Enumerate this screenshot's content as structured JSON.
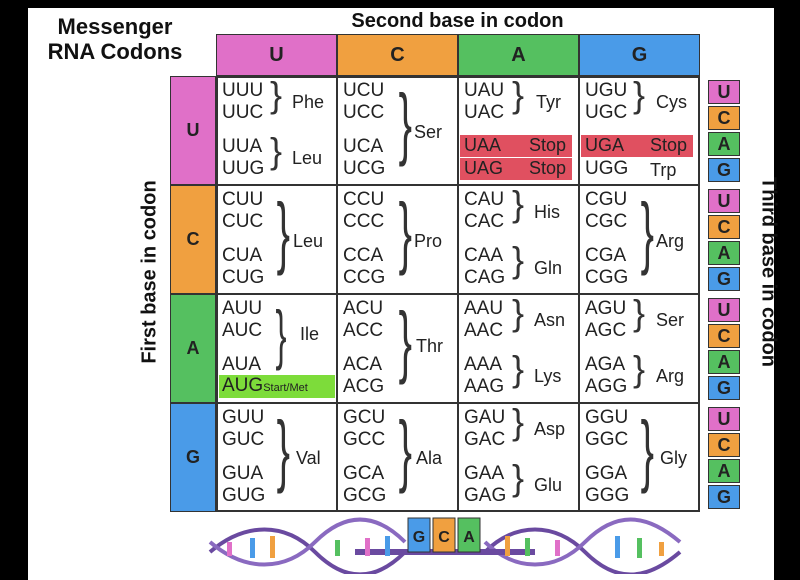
{
  "title_line1": "Messenger",
  "title_line2": "RNA Codons",
  "second_base_label": "Second base in codon",
  "first_base_label": "First base in codon",
  "third_base_label": "Third base in codon",
  "colors": {
    "U": "#e070c8",
    "C": "#f0a040",
    "A": "#55c060",
    "G": "#4a9be8",
    "stop": "#e05060",
    "start": "#7ddc3a"
  },
  "columns": [
    "U",
    "C",
    "A",
    "G"
  ],
  "rows": [
    "U",
    "C",
    "A",
    "G"
  ],
  "third_bases": [
    "U",
    "C",
    "A",
    "G"
  ],
  "cells": {
    "UU": {
      "codons": [
        "UUU",
        "UUC",
        "UUA",
        "UUG"
      ],
      "aa1": "Phe",
      "aa2": "Leu"
    },
    "UC": {
      "codons": [
        "UCU",
        "UCC",
        "UCA",
        "UCG"
      ],
      "aa": "Ser"
    },
    "UA": {
      "codons": [
        "UAU",
        "UAC",
        "UAA",
        "UAG"
      ],
      "aa1": "Tyr",
      "stop1": "Stop",
      "stop2": "Stop"
    },
    "UG": {
      "codons": [
        "UGU",
        "UGC",
        "UGA",
        "UGG"
      ],
      "aa1": "Cys",
      "stop1": "Stop",
      "aa2": "Trp"
    },
    "CU": {
      "codons": [
        "CUU",
        "CUC",
        "CUA",
        "CUG"
      ],
      "aa": "Leu"
    },
    "CC": {
      "codons": [
        "CCU",
        "CCC",
        "CCA",
        "CCG"
      ],
      "aa": "Pro"
    },
    "CA": {
      "codons": [
        "CAU",
        "CAC",
        "CAA",
        "CAG"
      ],
      "aa1": "His",
      "aa2": "Gln"
    },
    "CG": {
      "codons": [
        "CGU",
        "CGC",
        "CGA",
        "CGG"
      ],
      "aa": "Arg"
    },
    "AU": {
      "codons": [
        "AUU",
        "AUC",
        "AUA",
        "AUG"
      ],
      "aa": "Ile",
      "start": "Start/Met"
    },
    "AC": {
      "codons": [
        "ACU",
        "ACC",
        "ACA",
        "ACG"
      ],
      "aa": "Thr"
    },
    "AA": {
      "codons": [
        "AAU",
        "AAC",
        "AAA",
        "AAG"
      ],
      "aa1": "Asn",
      "aa2": "Lys"
    },
    "AG": {
      "codons": [
        "AGU",
        "AGC",
        "AGA",
        "AGG"
      ],
      "aa1": "Ser",
      "aa2": "Arg"
    },
    "GU": {
      "codons": [
        "GUU",
        "GUC",
        "GUA",
        "GUG"
      ],
      "aa": "Val"
    },
    "GC": {
      "codons": [
        "GCU",
        "GCC",
        "GCA",
        "GCG"
      ],
      "aa": "Ala"
    },
    "GA": {
      "codons": [
        "GAU",
        "GAC",
        "GAA",
        "GAG"
      ],
      "aa1": "Asp",
      "aa2": "Glu"
    },
    "GG": {
      "codons": [
        "GGU",
        "GGC",
        "GGA",
        "GGG"
      ],
      "aa": "Gly"
    }
  },
  "helix_letters": [
    "G",
    "C",
    "A"
  ]
}
